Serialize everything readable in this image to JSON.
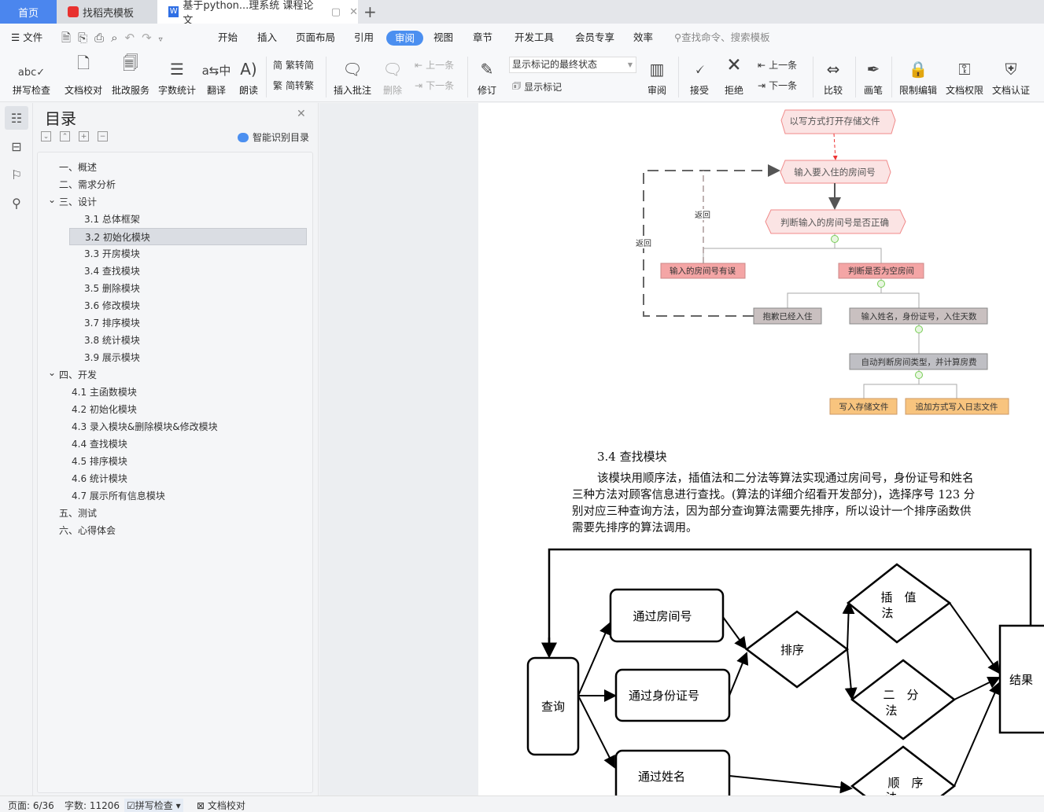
{
  "tabs": [
    {
      "label": "首页"
    },
    {
      "label": "找稻壳模板"
    },
    {
      "label": "基于python...理系统 课程论文"
    }
  ],
  "menu": {
    "file": "文件",
    "items": [
      "开始",
      "插入",
      "页面布局",
      "引用",
      "审阅",
      "视图",
      "章节",
      "开发工具",
      "会员专享",
      "效率"
    ],
    "active": "审阅",
    "search": "查找命令、搜索模板"
  },
  "ribbon": {
    "spell": "拼写检查",
    "proof": "文档校对",
    "correct": "批改服务",
    "wordcount": "字数统计",
    "translate": "翻译",
    "read": "朗读",
    "t2s": "繁转简",
    "s2t": "简转繁",
    "insert_comment": "插入批注",
    "delete": "删除",
    "prev": "上一条",
    "next": "下一条",
    "revise": "修订",
    "markup_state": "显示标记的最终状态",
    "show_markup": "显示标记",
    "review": "审阅",
    "accept": "接受",
    "reject": "拒绝",
    "prev2": "上一条",
    "next2": "下一条",
    "compare": "比较",
    "pen": "画笔",
    "restrict": "限制编辑",
    "permission": "文档权限",
    "certify": "文档认证"
  },
  "toc": {
    "title": "目录",
    "smart": "智能识别目录",
    "items": [
      "一、概述",
      "二、需求分析",
      "三、设计",
      "3.1 总体框架",
      "3.2 初始化模块",
      "3.3 开房模块",
      "3.4 查找模块",
      "3.5 删除模块",
      "3.6 修改模块",
      "3.7 排序模块",
      "3.8 统计模块",
      "3.9 展示模块",
      "四、开发",
      "4.1 主函数模块",
      "4.2 初始化模块",
      "4.3 录入模块&删除模块&修改模块",
      "4.4 查找模块",
      "4.5 排序模块",
      "4.6 统计模块",
      "4.7 展示所有信息模块",
      "五、测试",
      "六、心得体会"
    ]
  },
  "flow1": {
    "open": "以写方式打开存储文件",
    "input_room": "输入要入住的房间号",
    "check_room": "判断输入的房间号是否正确",
    "wrong": "输入的房间号有误",
    "empty": "判断是否为空房间",
    "occupied": "抱歉已经入住",
    "input_info": "输入姓名，身份证号，入住天数",
    "calc": "自动判断房间类型，并计算房费",
    "write": "写入存储文件",
    "log": "追加方式写入日志文件",
    "back1": "返回",
    "back2": "返回"
  },
  "doc": {
    "heading": "3.4 查找模块",
    "lines": [
      "该模块用顺序法，插值法和二分法等算法实现通过房间号，身份证号和姓名",
      "三种方法对顾客信息进行查找。(算法的详细介绍看开发部分)，选择序号 123 分",
      "别对应三种查询方法，因为部分查询算法需要先排序，所以设计一个排序函数供",
      "需要先排序的算法调用。"
    ]
  },
  "flow2": {
    "query": "查询",
    "by_room": "通过房间号",
    "by_id": "通过身份证号",
    "by_name": "通过姓名",
    "sort": "排序",
    "interp1": "插　值",
    "interp2": "法",
    "binary1": "二　分",
    "binary2": "法",
    "seq1": "顺　序",
    "seq2": "法",
    "result": "结果"
  },
  "status": {
    "page": "页面: 6/36",
    "words": "字数: 11206",
    "spell": "拼写检查",
    "proof": "文档校对"
  }
}
